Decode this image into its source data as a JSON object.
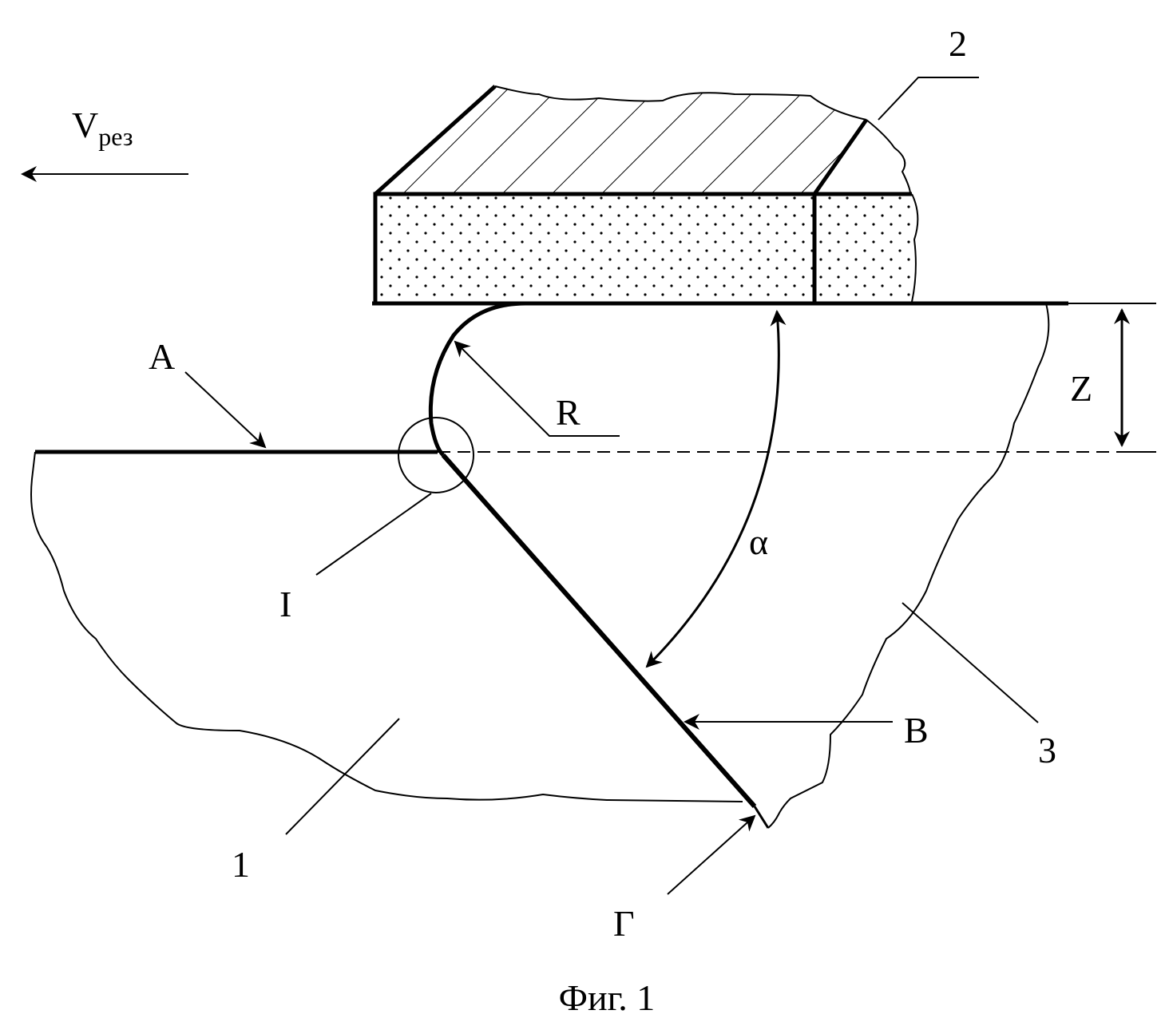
{
  "labels": {
    "velocity_main": "V",
    "velocity_sub": "рез",
    "part_tool": "2",
    "point_a": "A",
    "radius": "R",
    "depth": "Z",
    "angle": "α",
    "detail_mark": "I",
    "part_workpiece": "1",
    "point_v": "B",
    "part_chip": "3",
    "point_g": "Г"
  },
  "caption": "Фиг. 1",
  "colors": {
    "line": "#000000",
    "background": "#ffffff"
  }
}
